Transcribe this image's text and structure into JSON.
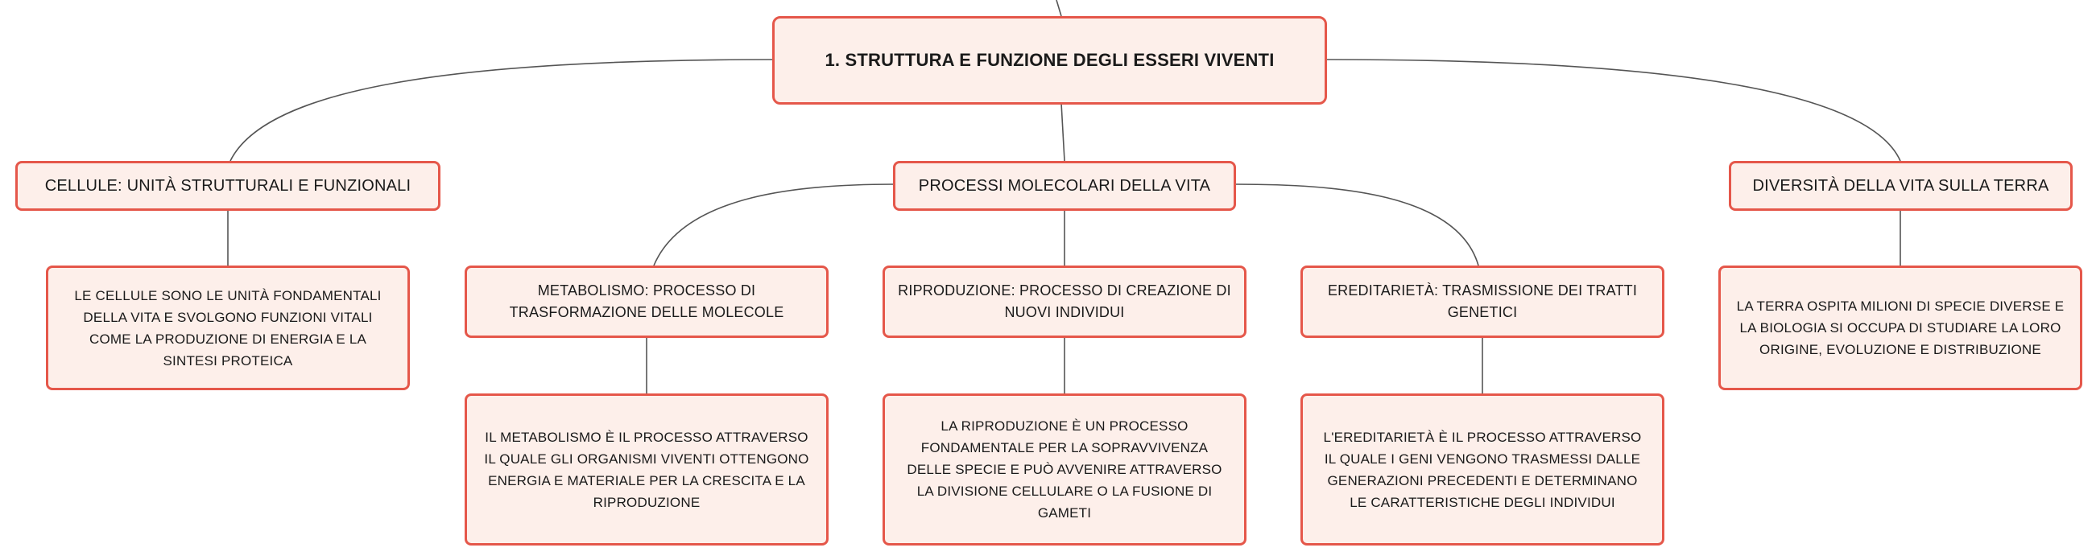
{
  "root": {
    "label": "1. STRUTTURA E FUNZIONE DEGLI ESSERI VIVENTI"
  },
  "branches": [
    {
      "label": "CELLULE: UNITÀ STRUTTURALI E FUNZIONALI",
      "description": "LE CELLULE SONO LE UNITÀ FONDAMENTALI DELLA VITA E SVOLGONO FUNZIONI VITALI COME LA PRODUZIONE DI ENERGIA E LA SINTESI PROTEICA"
    },
    {
      "label": "PROCESSI MOLECOLARI DELLA VITA",
      "children": [
        {
          "label": "METABOLISMO: PROCESSO DI TRASFORMAZIONE DELLE MOLECOLE",
          "description": "IL METABOLISMO È IL PROCESSO ATTRAVERSO IL QUALE GLI ORGANISMI VIVENTI OTTENGONO ENERGIA E MATERIALE PER LA CRESCITA E LA RIPRODUZIONE"
        },
        {
          "label": "RIPRODUZIONE: PROCESSO DI CREAZIONE DI NUOVI INDIVIDUI",
          "description": "LA RIPRODUZIONE È UN PROCESSO FONDAMENTALE PER LA SOPRAVVIVENZA DELLE SPECIE E PUÒ AVVENIRE ATTRAVERSO LA DIVISIONE CELLULARE O LA FUSIONE DI GAMETI"
        },
        {
          "label": "EREDITARIETÀ: TRASMISSIONE DEI TRATTI GENETICI",
          "description": "L'EREDITARIETÀ È IL PROCESSO ATTRAVERSO IL QUALE I GENI VENGONO TRASMESSI DALLE GENERAZIONI PRECEDENTI E DETERMINANO LE CARATTERISTICHE DEGLI INDIVIDUI"
        }
      ]
    },
    {
      "label": "DIVERSITÀ DELLA VITA SULLA TERRA",
      "description": "LA TERRA OSPITA MILIONI DI SPECIE DIVERSE E LA BIOLOGIA SI OCCUPA DI STUDIARE LA LORO ORIGINE, EVOLUZIONE E DISTRIBUZIONE"
    }
  ],
  "colors": {
    "node_fill": "#fdefea",
    "node_border": "#e5574a",
    "connector": "#555555",
    "text": "#1a1a1a"
  }
}
